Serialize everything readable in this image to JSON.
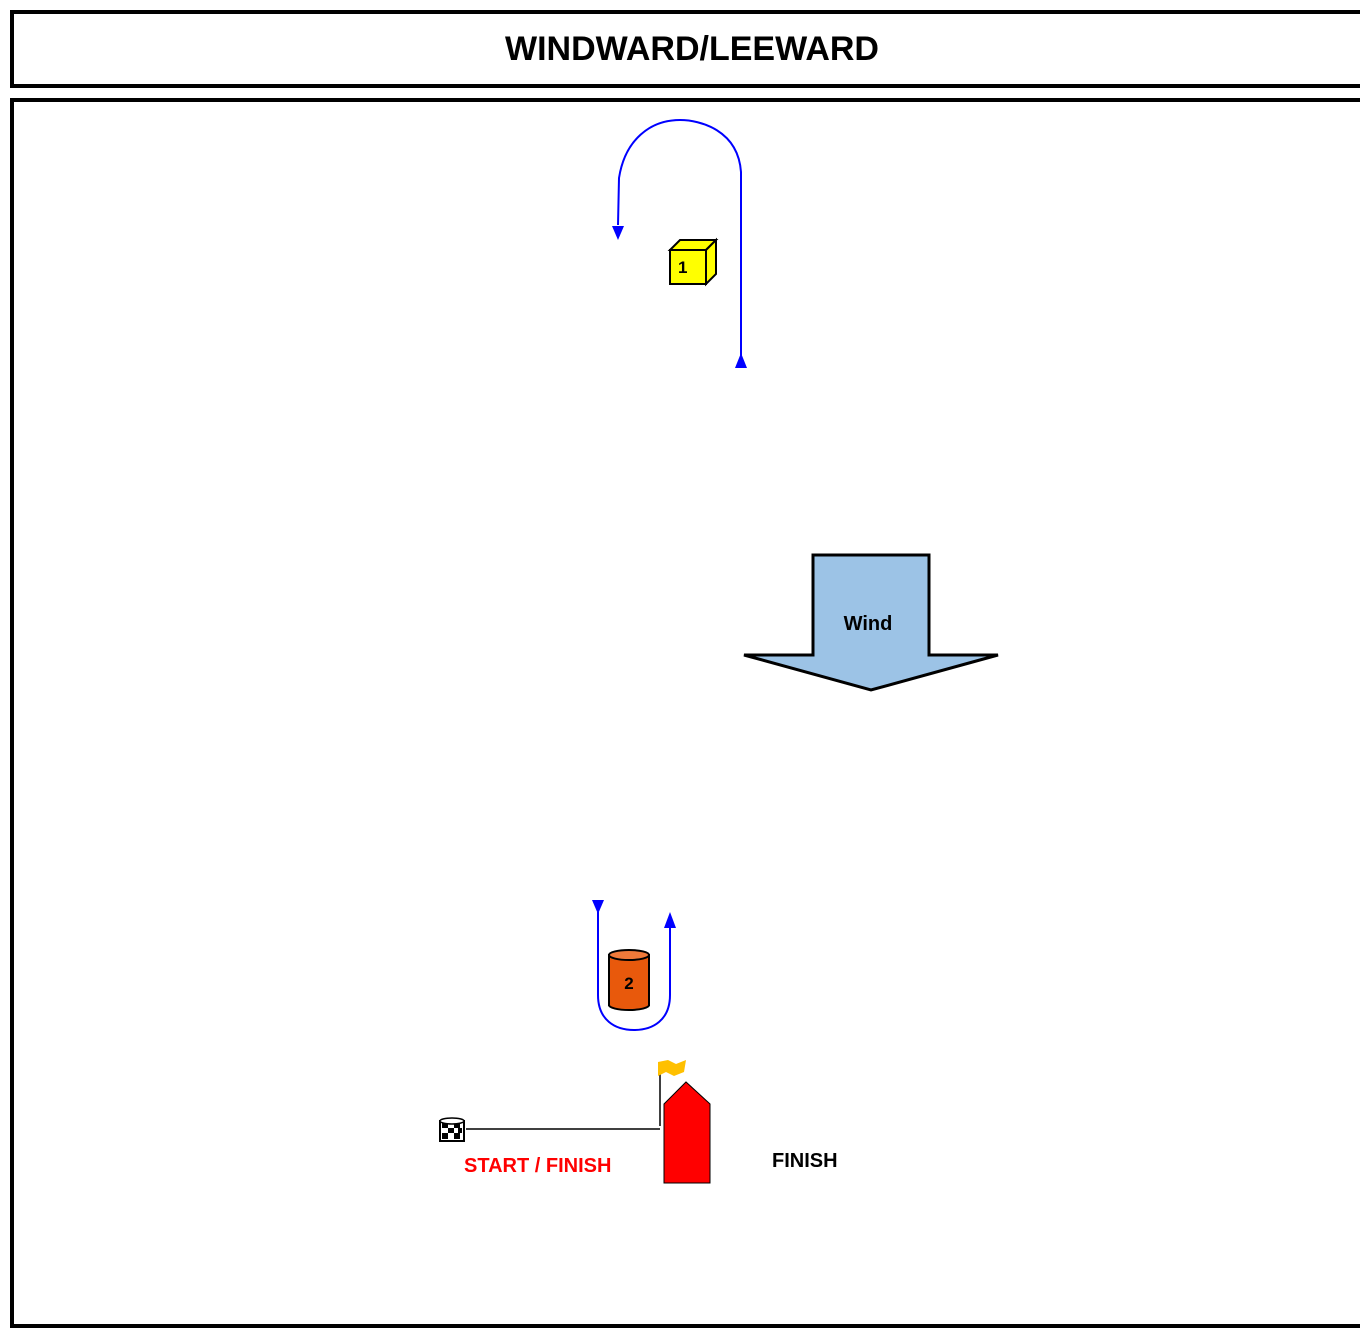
{
  "title": "WINDWARD/LEEWARD",
  "wind": {
    "label": "Wind",
    "fill_color": "#9cc3e6"
  },
  "marks": {
    "mark1": {
      "label": "1",
      "color": "#ffff00"
    },
    "mark2": {
      "label": "2",
      "color": "#e8590c"
    }
  },
  "start_finish_label": "START / FINISH",
  "finish_label": "FINISH",
  "colors": {
    "course_line": "#0000ff",
    "committee_boat": "#ff0000",
    "flag": "#ffc000",
    "start_label": "#ff0000"
  }
}
